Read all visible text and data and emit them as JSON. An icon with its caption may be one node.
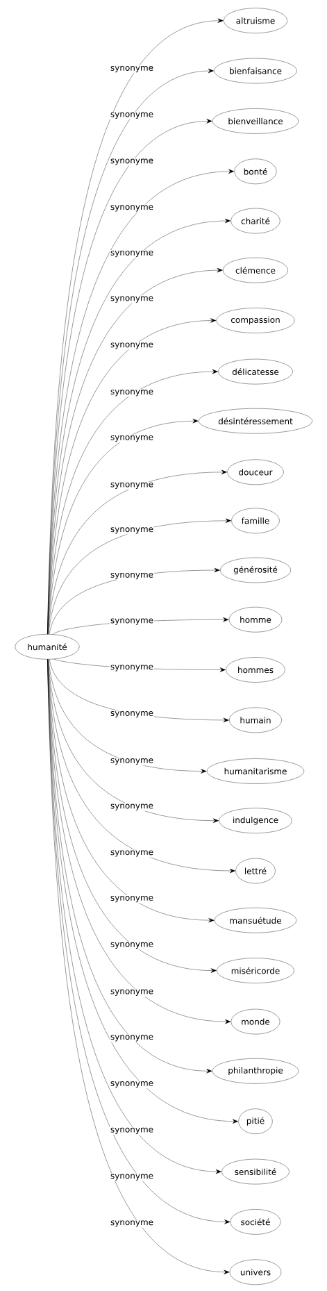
{
  "diagram": {
    "nodes": [
      {
        "text": [
          "humanité"
        ]
      },
      {
        "text": [
          "altruisme"
        ]
      },
      {
        "text": [
          "bienfaisance"
        ]
      },
      {
        "text": [
          "bienveillance"
        ]
      },
      {
        "text": [
          "bonté"
        ]
      },
      {
        "text": [
          "charité"
        ]
      },
      {
        "text": [
          "clémence"
        ]
      },
      {
        "text": [
          "compassion"
        ]
      },
      {
        "text": [
          "délicatesse"
        ]
      },
      {
        "text": [
          "désintéressement"
        ]
      },
      {
        "text": [
          "douceur"
        ]
      },
      {
        "text": [
          "famille"
        ]
      },
      {
        "text": [
          "générosité"
        ]
      },
      {
        "text": [
          "homme"
        ]
      },
      {
        "text": [
          "hommes"
        ]
      },
      {
        "text": [
          "humain"
        ]
      },
      {
        "text": [
          "humanitarisme"
        ]
      },
      {
        "text": [
          "indulgence"
        ]
      },
      {
        "text": [
          "lettré"
        ]
      },
      {
        "text": [
          "mansuétude"
        ]
      },
      {
        "text": [
          "miséricorde"
        ]
      },
      {
        "text": [
          "monde"
        ]
      },
      {
        "text": [
          "philanthropie"
        ]
      },
      {
        "text": [
          "pitié"
        ]
      },
      {
        "text": [
          "sensibilité"
        ]
      },
      {
        "text": [
          "société"
        ]
      },
      {
        "text": [
          "univers"
        ]
      }
    ],
    "edges": [
      {
        "from": 0,
        "to": 1,
        "arrow": "to",
        "label": "synonyme"
      },
      {
        "from": 0,
        "to": 2,
        "arrow": "to",
        "label": "synonyme"
      },
      {
        "from": 0,
        "to": 3,
        "arrow": "to",
        "label": "synonyme"
      },
      {
        "from": 0,
        "to": 4,
        "arrow": "to",
        "label": "synonyme"
      },
      {
        "from": 0,
        "to": 5,
        "arrow": "to",
        "label": "synonyme"
      },
      {
        "from": 0,
        "to": 6,
        "arrow": "to",
        "label": "synonyme"
      },
      {
        "from": 0,
        "to": 7,
        "arrow": "to",
        "label": "synonyme"
      },
      {
        "from": 0,
        "to": 8,
        "arrow": "to",
        "label": "synonyme"
      },
      {
        "from": 0,
        "to": 9,
        "arrow": "to",
        "label": "synonyme"
      },
      {
        "from": 0,
        "to": 10,
        "arrow": "to",
        "label": "synonyme"
      },
      {
        "from": 0,
        "to": 11,
        "arrow": "to",
        "label": "synonyme"
      },
      {
        "from": 0,
        "to": 12,
        "arrow": "to",
        "label": "synonyme"
      },
      {
        "from": 0,
        "to": 13,
        "arrow": "to",
        "label": "synonyme"
      },
      {
        "from": 0,
        "to": 14,
        "arrow": "to",
        "label": "synonyme"
      },
      {
        "from": 0,
        "to": 15,
        "arrow": "to",
        "label": "synonyme"
      },
      {
        "from": 0,
        "to": 16,
        "arrow": "to",
        "label": "synonyme"
      },
      {
        "from": 0,
        "to": 17,
        "arrow": "to",
        "label": "synonyme"
      },
      {
        "from": 0,
        "to": 18,
        "arrow": "to",
        "label": "synonyme"
      },
      {
        "from": 0,
        "to": 19,
        "arrow": "to",
        "label": "synonyme"
      },
      {
        "from": 0,
        "to": 20,
        "arrow": "to",
        "label": "synonyme"
      },
      {
        "from": 0,
        "to": 21,
        "arrow": "to",
        "label": "synonyme"
      },
      {
        "from": 0,
        "to": 22,
        "arrow": "to",
        "label": "synonyme"
      },
      {
        "from": 0,
        "to": 23,
        "arrow": "to",
        "label": "synonyme"
      },
      {
        "from": 0,
        "to": 24,
        "arrow": "to",
        "label": "synonyme"
      },
      {
        "from": 0,
        "to": 25,
        "arrow": "to",
        "label": "synonyme"
      },
      {
        "from": 0,
        "to": 26,
        "arrow": "to",
        "label": "synonyme"
      }
    ]
  }
}
